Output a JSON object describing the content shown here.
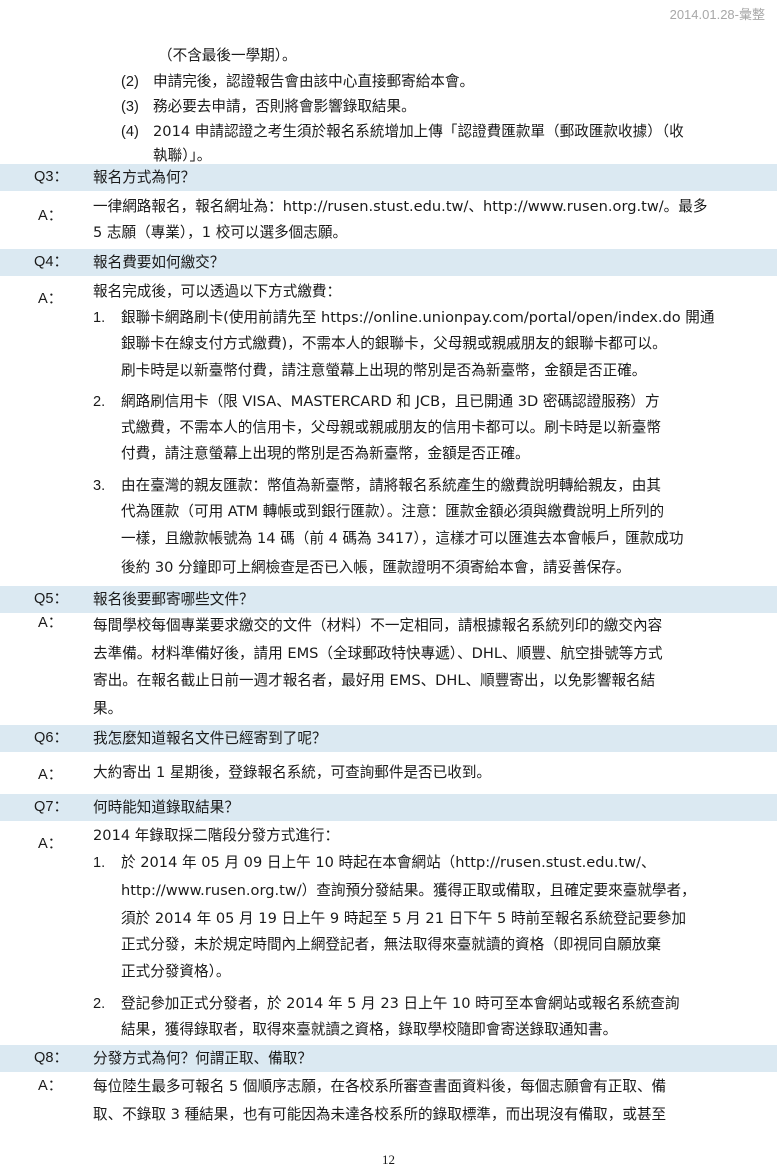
{
  "header": {
    "date": "2014.01.28-彙整"
  },
  "footer": {
    "page_number": "12"
  },
  "top": {
    "l1": "（不含最後一學期）。",
    "items": [
      {
        "num": "(2)",
        "text": "申請完後，認證報告會由該中心直接郵寄給本會。"
      },
      {
        "num": "(3)",
        "text": "務必要去申請，否則將會影響錄取結果。"
      },
      {
        "num": "(4)",
        "text": "2014 申請認證之考生須於報名系統增加上傳「認證費匯款單（郵政匯款收據）（收"
      }
    ],
    "l_last": "執聯）」。"
  },
  "q3": {
    "label": "Q3：",
    "question": "報名方式為何？",
    "a_label": "A：",
    "lines": [
      "一律網路報名，報名網址為：http://rusen.stust.edu.tw/、http://www.rusen.org.tw/。最多",
      "5 志願（專業），1 校可以選多個志願。"
    ]
  },
  "q4": {
    "label": "Q4：",
    "question": "報名費要如何繳交？",
    "a_label": "A：",
    "intro": "報名完成後，可以透過以下方式繳費：",
    "items": [
      {
        "num": "1.",
        "lines": [
          "銀聯卡網路刷卡(使用前請先至 https://online.unionpay.com/portal/open/index.do 開通",
          "銀聯卡在線支付方式繳費)，不需本人的銀聯卡，父母親或親戚朋友的銀聯卡都可以。",
          "刷卡時是以新臺幣付費，請注意螢幕上出現的幣別是否為新臺幣，金額是否正確。"
        ]
      },
      {
        "num": "2.",
        "lines": [
          "網路刷信用卡（限 VISA、MASTERCARD 和 JCB，且已開通 3D 密碼認證服務）方",
          "式繳費，不需本人的信用卡，父母親或親戚朋友的信用卡都可以。刷卡時是以新臺幣",
          "付費，請注意螢幕上出現的幣別是否為新臺幣，金額是否正確。"
        ]
      },
      {
        "num": "3.",
        "lines": [
          "由在臺灣的親友匯款：幣值為新臺幣，請將報名系統產生的繳費說明轉給親友，由其",
          "代為匯款（可用 ATM 轉帳或到銀行匯款）。注意：匯款金額必須與繳費說明上所列的",
          "一樣，且繳款帳號為 14 碼（前 4 碼為 3417），這樣才可以匯進去本會帳戶，匯款成功",
          "後約 30 分鐘即可上網檢查是否已入帳，匯款證明不須寄給本會，請妥善保存。"
        ]
      }
    ]
  },
  "q5": {
    "label": "Q5：",
    "question": "報名後要郵寄哪些文件？",
    "a_label": "A：",
    "lines": [
      "每間學校每個專業要求繳交的文件（材料）不一定相同，請根據報名系統列印的繳交內容",
      "去準備。材料準備好後，請用 EMS（全球郵政特快專遞）、DHL、順豐、航空掛號等方式",
      "寄出。在報名截止日前一週才報名者，最好用  EMS、DHL、順豐寄出，以免影響報名結",
      "果。"
    ]
  },
  "q6": {
    "label": "Q6：",
    "question": "我怎麼知道報名文件已經寄到了呢？",
    "a_label": "A：",
    "lines": [
      "大約寄出 1 星期後，登錄報名系統，可查詢郵件是否已收到。"
    ]
  },
  "q7": {
    "label": "Q7：",
    "question": "何時能知道錄取結果？",
    "a_label": "A：",
    "intro": "2014 年錄取採二階段分發方式進行：",
    "items": [
      {
        "num": "1.",
        "lines": [
          "於  2014  年  05  月  09  日上午  10  時起在本會網站（http://rusen.stust.edu.tw/、",
          "http://www.rusen.org.tw/）查詢預分發結果。獲得正取或備取，且確定要來臺就學者，",
          "須於 2014 年 05 月 19 日上午 9 時起至 5 月 21 日下午 5 時前至報名系統登記要參加",
          "正式分發，未於規定時間內上網登記者，無法取得來臺就讀的資格（即視同自願放棄",
          "正式分發資格）。"
        ]
      },
      {
        "num": "2.",
        "lines": [
          "登記參加正式分發者，於 2014 年 5 月 23 日上午 10 時可至本會網站或報名系統查詢",
          "結果，獲得錄取者，取得來臺就讀之資格，錄取學校隨即會寄送錄取通知書。"
        ]
      }
    ]
  },
  "q8": {
    "label": "Q8：",
    "question": "分發方式為何？何謂正取、備取？",
    "a_label": "A：",
    "lines": [
      "每位陸生最多可報名 5 個順序志願，在各校系所審查書面資料後，每個志願會有正取、備",
      "取、不錄取 3 種結果，也有可能因為未達各校系所的錄取標準，而出現沒有備取，或甚至"
    ]
  }
}
